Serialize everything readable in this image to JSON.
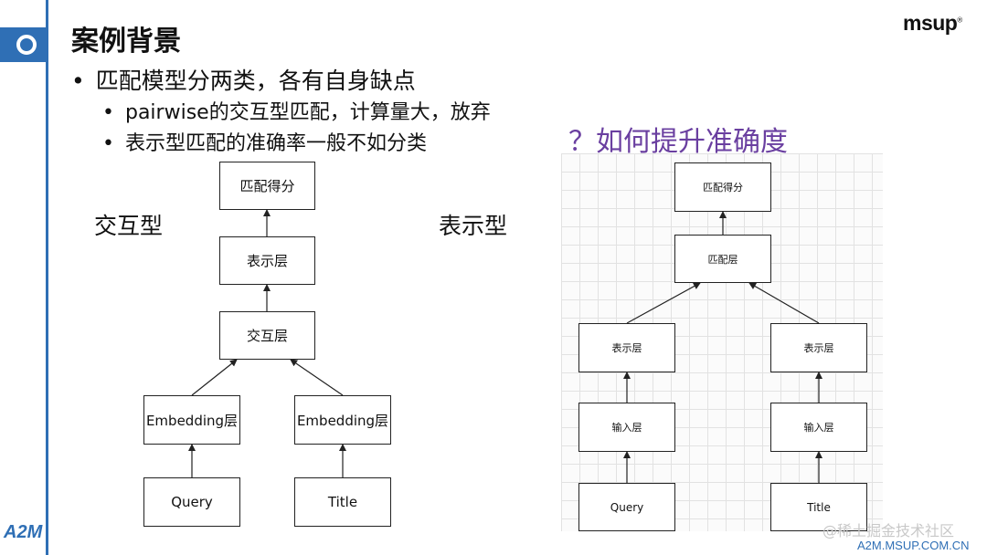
{
  "slide": {
    "title": "案例背景",
    "brand": "msup",
    "brand_mark": "®",
    "bullets": [
      "匹配模型分两类，各有自身缺点",
      "pairwise的交互型匹配，计算量大，放弃",
      "表示型匹配的准确率一般不如分类"
    ],
    "bullet_symbol": "•",
    "question": "？如何提升准确度",
    "accent_color": "#2f6fb5",
    "question_color": "#6a3fa0"
  },
  "left_diagram": {
    "label": "交互型",
    "score": "匹配得分",
    "repr": "表示层",
    "interact": "交互层",
    "emb_left": "Embedding层",
    "emb_right": "Embedding层",
    "input_left": "Query",
    "input_right": "Title"
  },
  "right_diagram": {
    "label": "表示型",
    "score": "匹配得分",
    "match": "匹配层",
    "repr_left": "表示层",
    "repr_right": "表示层",
    "in_left": "输入层",
    "in_right": "输入层",
    "input_left": "Query",
    "input_right": "Title"
  },
  "footer": {
    "logo": "A2M",
    "watermark": "@稀土掘金技术社区",
    "url": "A2M.MSUP.COM.CN"
  }
}
